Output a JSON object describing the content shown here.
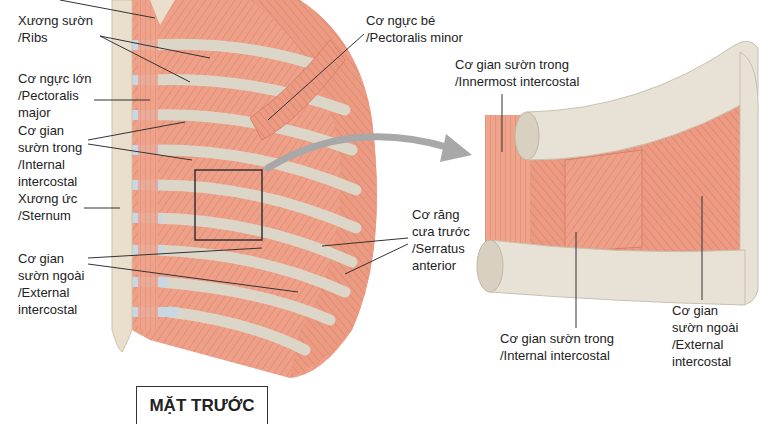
{
  "diagram": {
    "nodes": [
      {
        "text": [
          "MẶT TRƯỚC"
        ]
      }
    ],
    "labels": [
      "Xương sườn /Ribs",
      "Cơ ngực bé /Pectoralis minor",
      "Cơ gian sườn trong /Innermost intercostal",
      "Cơ ngực lớn /Pectoralis major",
      "Cơ gian sườn trong /Internal intercostal",
      "Xương ức /Sternum",
      "Cơ răng cưa trước /Serratus anterior",
      "Cơ gian sườn ngoài /External intercostal",
      "Cơ gian sườn ngoài /External intercostal",
      "Cơ gian sườn trong /Internal intercostal"
    ]
  }
}
